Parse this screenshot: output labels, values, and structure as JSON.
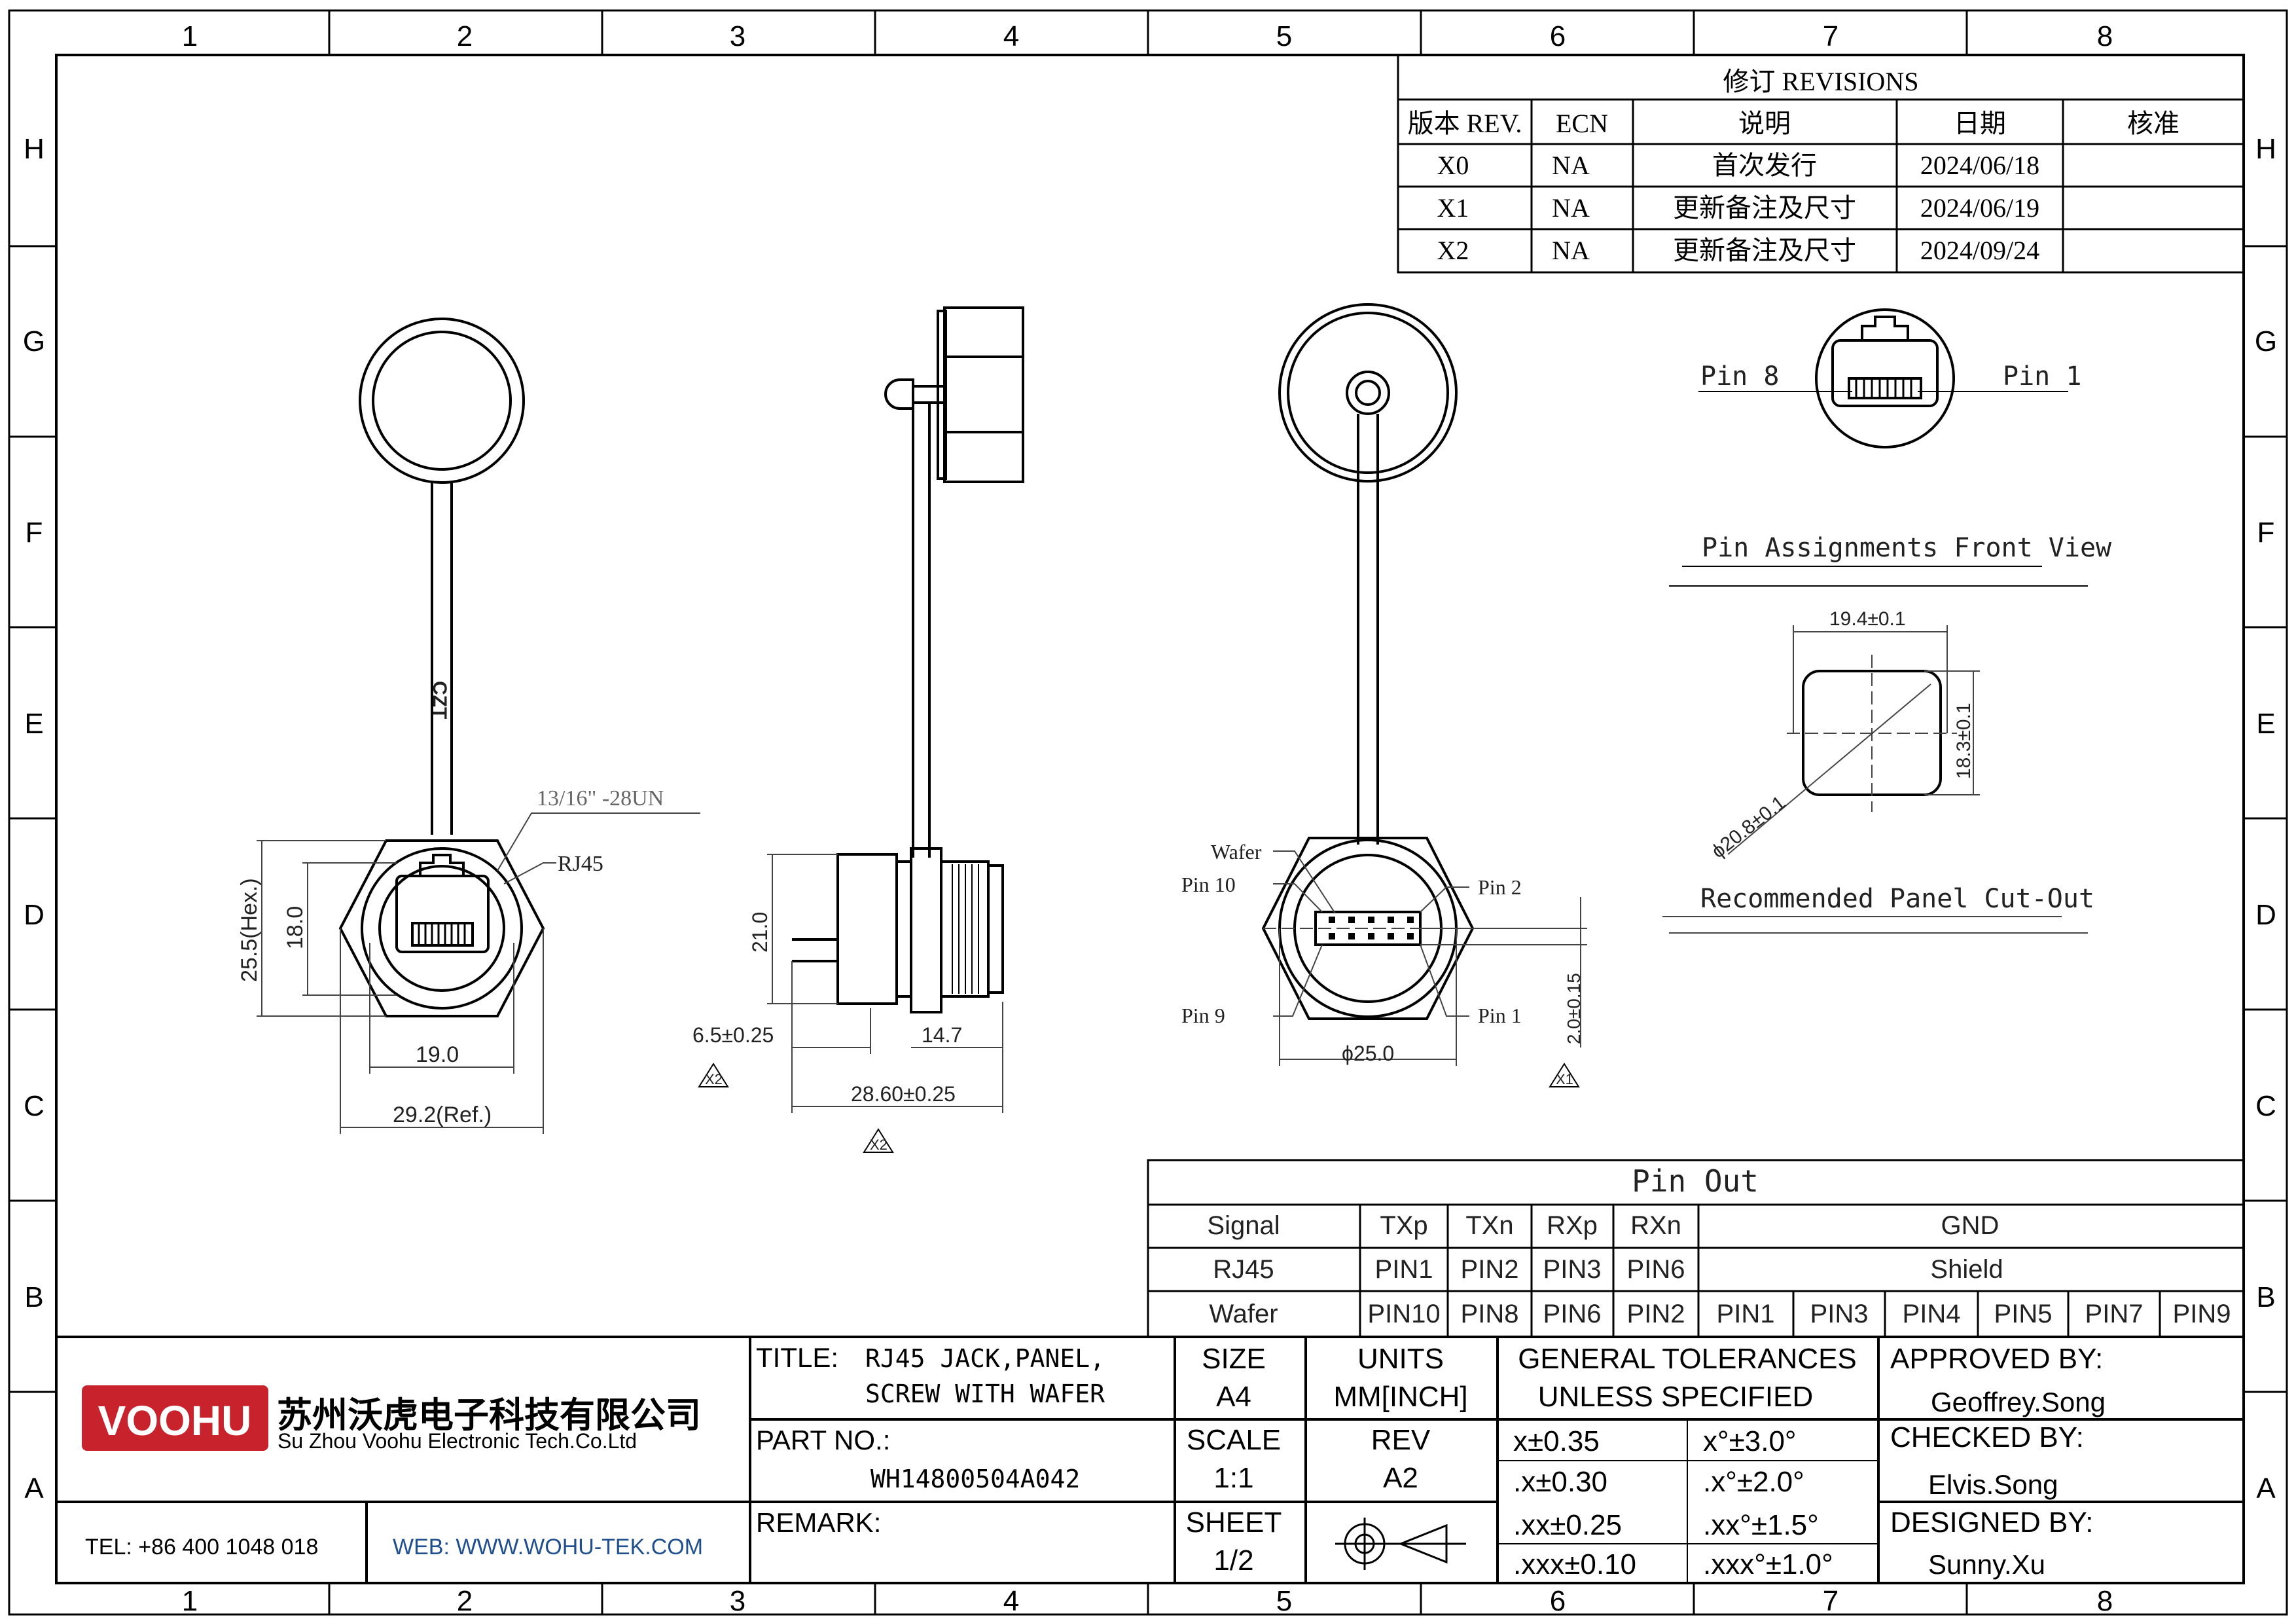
{
  "zones": {
    "columns": [
      "1",
      "2",
      "3",
      "4",
      "5",
      "6",
      "7",
      "8"
    ],
    "rows": [
      "H",
      "G",
      "F",
      "E",
      "D",
      "C",
      "B",
      "A"
    ]
  },
  "revisions": {
    "title": "修订 REVISIONS",
    "headers": [
      "版本 REV.",
      "ECN",
      "说明",
      "日期",
      "核准"
    ],
    "rows": [
      [
        "X0",
        "NA",
        "首次发行",
        "2024/06/18",
        ""
      ],
      [
        "X1",
        "NA",
        "更新备注及尺寸",
        "2024/06/19",
        ""
      ],
      [
        "X2",
        "NA",
        "更新备注及尺寸",
        "2024/09/24",
        ""
      ]
    ]
  },
  "views": {
    "front": {
      "thread_label": "13/16\" -28UN",
      "rj45_label": "RJ45",
      "hex_dim": "25.5(Hex.)",
      "height_dim": "18.0",
      "width_dim": "19.0",
      "ref_dim": "29.2(Ref.)",
      "strap_mark": "CZT"
    },
    "side": {
      "height_dim": "21.0",
      "flange_dim": "6.5±0.25",
      "thread_len_dim": "14.7",
      "total_len_dim": "28.60±0.25",
      "rev_mark_a": "X2",
      "rev_mark_b": "X2"
    },
    "rear": {
      "wafer_label": "Wafer",
      "pin10_label": "Pin 10",
      "pin2_label": "Pin 2",
      "pin9_label": "Pin 9",
      "pin1_label": "Pin 1",
      "dia_dim": "ϕ25.0",
      "offset_dim": "2.0±0.15",
      "rev_mark": "X1"
    },
    "pin_front": {
      "pin8_label": "Pin 8",
      "pin1_label": "Pin 1",
      "caption": "Pin Assignments Front View"
    },
    "cutout": {
      "width_dim": "19.4±0.1",
      "height_dim": "18.3±0.1",
      "dia_dim": "ϕ20.8±0.1",
      "caption": "Recommended Panel Cut-Out"
    }
  },
  "pinout": {
    "title": "Pin Out",
    "row_labels": [
      "Signal",
      "RJ45",
      "Wafer"
    ],
    "signal": [
      "TXp",
      "TXn",
      "RXp",
      "RXn"
    ],
    "gnd_label": "GND",
    "rj45": [
      "PIN1",
      "PIN2",
      "PIN3",
      "PIN6"
    ],
    "shield_label": "Shield",
    "wafer": [
      "PIN10",
      "PIN8",
      "PIN6",
      "PIN2",
      "PIN1",
      "PIN3",
      "PIN4",
      "PIN5",
      "PIN7",
      "PIN9"
    ]
  },
  "title_block": {
    "logo_text": "VOOHU",
    "company_cn": "苏州沃虎电子科技有限公司",
    "company_en": "Su Zhou Voohu Electronic Tech.Co.Ltd",
    "tel": "TEL: +86 400 1048 018",
    "web": "WEB: WWW.WOHU-TEK.COM",
    "title_label": "TITLE:",
    "title_line1": "RJ45 JACK,PANEL,",
    "title_line2": "SCREW WITH WAFER",
    "part_label": "PART NO.:",
    "part_no": "WH14800504A042",
    "remark_label": "REMARK:",
    "size_label": "SIZE",
    "size": "A4",
    "units_label": "UNITS",
    "units": "MM[INCH]",
    "scale_label": "SCALE",
    "scale": "1:1",
    "rev_label": "REV",
    "rev": "A2",
    "sheet_label": "SHEET",
    "sheet": "1/2",
    "tol_title1": "GENERAL TOLERANCES",
    "tol_title2": "UNLESS SPECIFIED",
    "tol_linear": [
      "x±0.35",
      ".x±0.30",
      ".xx±0.25",
      ".xxx±0.10"
    ],
    "tol_angular": [
      "x°±3.0°",
      ".x°±2.0°",
      ".xx°±1.5°",
      ".xxx°±1.0°"
    ],
    "approved_label": "APPROVED BY:",
    "approved_by": "Geoffrey.Song",
    "checked_label": "CHECKED BY:",
    "checked_by": "Elvis.Song",
    "designed_label": "DESIGNED BY:",
    "designed_by": "Sunny.Xu"
  },
  "colors": {
    "line": "#000000",
    "dim_line": "#555555",
    "logo_red": "#c8232c"
  }
}
